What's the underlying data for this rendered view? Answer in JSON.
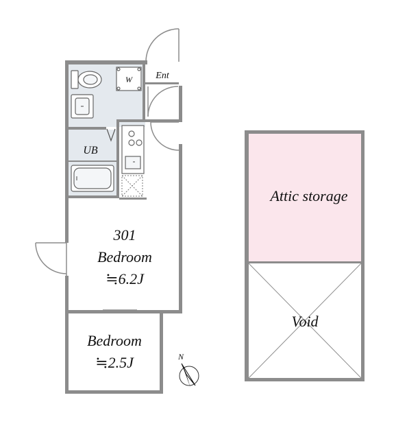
{
  "colors": {
    "wall": "#8c8c8c",
    "wall_dark": "#7a7a7a",
    "wet_area": "#e4e9ee",
    "attic": "#fbe6ec",
    "text": "#111111"
  },
  "icons": [
    "toilet-icon",
    "sink-icon",
    "bathtub-icon",
    "stove-icon",
    "washer-space-icon",
    "fridge-space-icon",
    "compass-icon"
  ],
  "rooms": {
    "entrance": {
      "label": "Ent"
    },
    "washer": {
      "label": "W"
    },
    "unit_bath": {
      "label": "UB"
    },
    "main_bedroom": {
      "number": "301",
      "name": "Bedroom",
      "size": "≒6.2J"
    },
    "small_bedroom": {
      "name": "Bedroom",
      "size": "≒2.5J"
    },
    "attic_storage": {
      "label": "Attic storage"
    },
    "void": {
      "label": "Void"
    }
  },
  "compass": {
    "north_label": "N"
  }
}
